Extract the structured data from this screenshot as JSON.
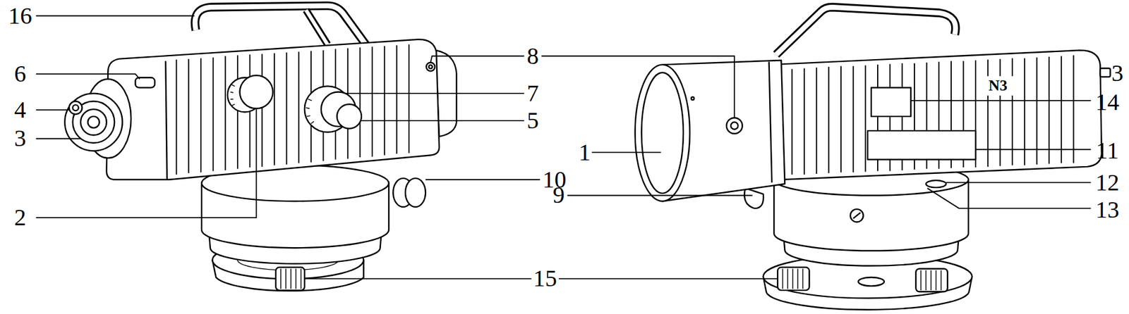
{
  "diagram": {
    "labels": [
      "16",
      "6",
      "4",
      "3",
      "2",
      "8",
      "7",
      "5",
      "10",
      "9",
      "15",
      "1",
      "3",
      "14",
      "11",
      "12",
      "13",
      "N3"
    ]
  }
}
